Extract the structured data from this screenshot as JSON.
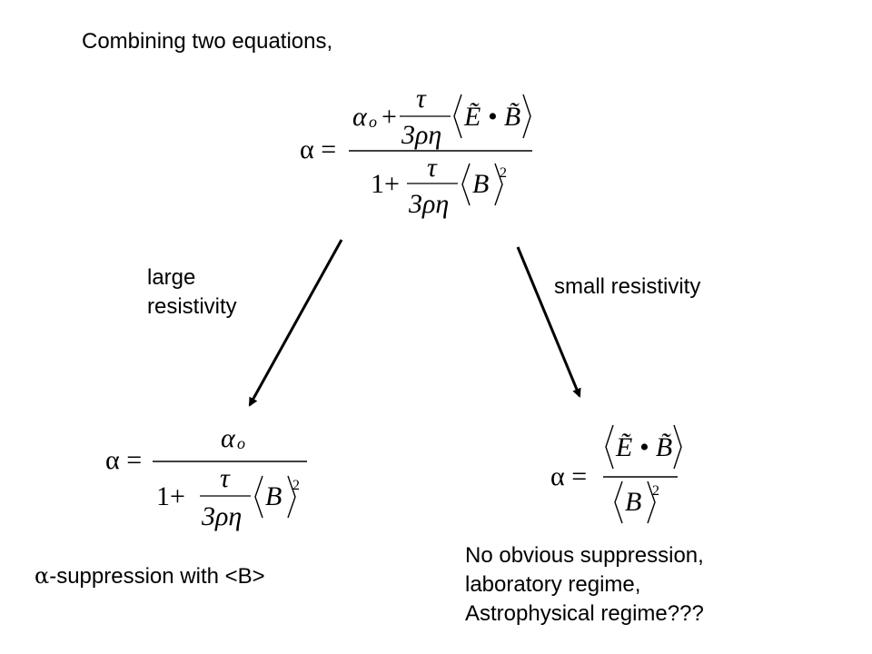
{
  "heading": "Combining two equations,",
  "left_branch_label": "large\nresistivity",
  "right_branch_label": "small resistivity",
  "left_caption": {
    "symbol": "α",
    "text": "-suppression with <B>"
  },
  "right_caption": "No obvious suppression,\nlaboratory regime,\nAstrophysical regime???",
  "equations": {
    "main": {
      "lhs": "α =",
      "num_first": "α",
      "num_first_sub": "o",
      "plus": "+",
      "coef_num": "τ",
      "coef_den": "3ρη",
      "num_bracket_term": "Ẽ • B̃",
      "den_one": "1+",
      "den_bracket_term": "B",
      "den_power": "2"
    },
    "left": {
      "lhs": "α =",
      "num": "α",
      "num_sub": "o",
      "den_one": "1+",
      "coef_num": "τ",
      "coef_den": "3ρη",
      "den_bracket_term": "B",
      "den_power": "2"
    },
    "right": {
      "lhs": "α =",
      "num_bracket_term": "Ẽ • B̃",
      "den_bracket_term": "B",
      "den_power": "2"
    }
  }
}
